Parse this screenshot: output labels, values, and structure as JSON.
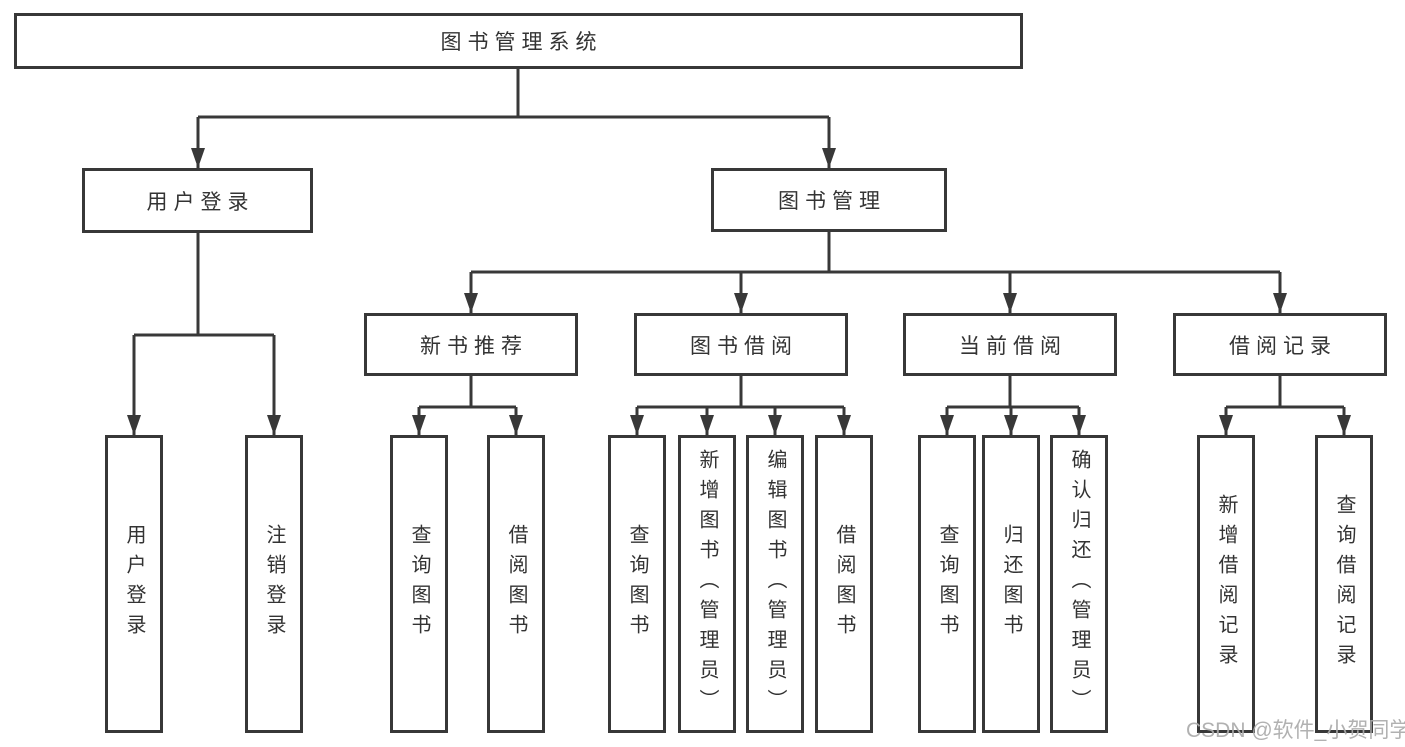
{
  "diagram": {
    "root": {
      "label": "图书管理系统"
    },
    "branches": {
      "user_login": {
        "label": "用户登录",
        "leaves": {
          "login": {
            "label": "用户登录"
          },
          "logout": {
            "label": "注销登录"
          }
        }
      },
      "book_management": {
        "label": "图书管理",
        "sections": {
          "new_book_recommend": {
            "label": "新书推荐",
            "leaves": {
              "query_books": {
                "label": "查询图书"
              },
              "borrow_books": {
                "label": "借阅图书"
              }
            }
          },
          "book_borrow": {
            "label": "图书借阅",
            "leaves": {
              "query_books": {
                "label": "查询图书"
              },
              "add_books": {
                "label": "新增图书（管理员）"
              },
              "edit_books": {
                "label": "编辑图书（管理员）"
              },
              "borrow_books": {
                "label": "借阅图书"
              }
            }
          },
          "current_borrow": {
            "label": "当前借阅",
            "leaves": {
              "query_books": {
                "label": "查询图书"
              },
              "return_books": {
                "label": "归还图书"
              },
              "confirm_return": {
                "label": "确认归还（管理员）"
              }
            }
          },
          "borrow_records": {
            "label": "借阅记录",
            "leaves": {
              "add_record": {
                "label": "新增借阅记录"
              },
              "query_record": {
                "label": "查询借阅记录"
              }
            }
          }
        }
      }
    },
    "colors": {
      "line": "#383838",
      "text": "#333333",
      "bg": "#ffffff"
    }
  },
  "watermark": {
    "text": "CSDN @软件_小贺同学",
    "color": "#ababab"
  }
}
